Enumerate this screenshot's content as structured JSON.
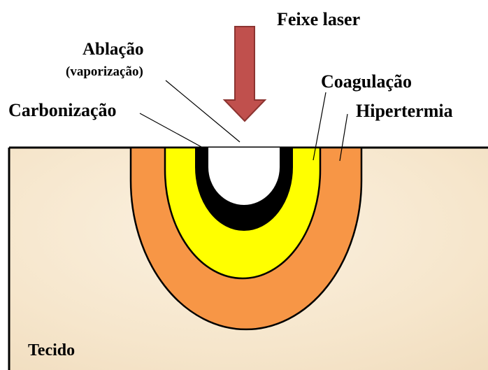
{
  "labels": {
    "laser_beam": "Feixe laser",
    "ablation": "Ablação",
    "vaporization": "(vaporização)",
    "carbonization": "Carbonização",
    "coagulation": "Coagulação",
    "hyperthermia": "Hipertermia",
    "tissue": "Tecido"
  },
  "colors": {
    "tissue": "#f8ead3",
    "hyperthermia_zone": "#f79646",
    "coagulation_zone": "#ffff00",
    "carbonization_zone": "#000000",
    "ablation_zone": "#ffffff",
    "laser_arrow": "#c0504d",
    "outline": "#000000"
  },
  "icons": {
    "laser_arrow": "down-arrow-icon"
  }
}
